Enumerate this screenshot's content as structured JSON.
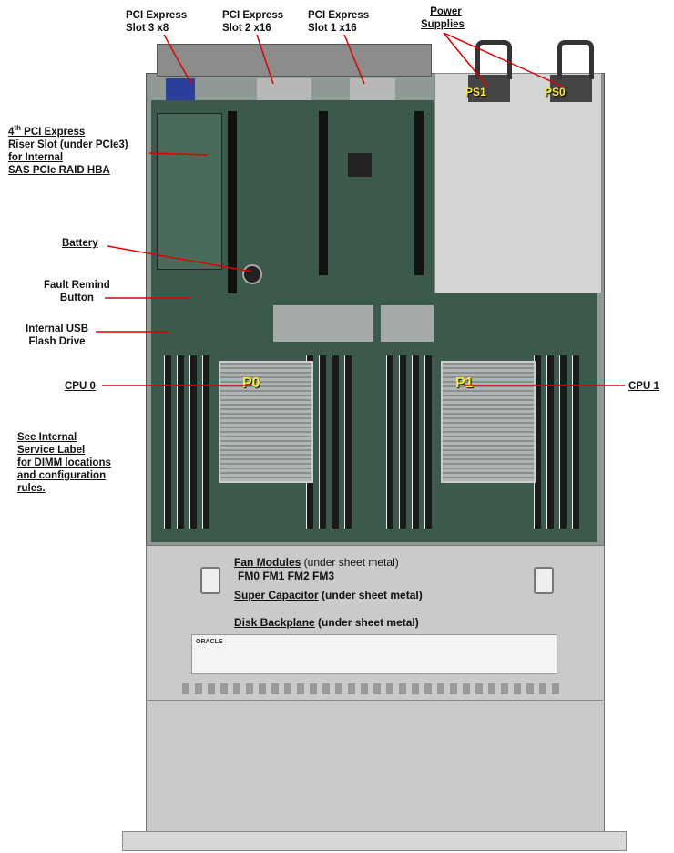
{
  "labels": {
    "slot3_line1": "PCI Express",
    "slot3_line2": "Slot 3  x8",
    "slot2_line1": "PCI Express",
    "slot2_line2": "Slot 2  x16",
    "slot1_line1": "PCI Express",
    "slot1_line2": "Slot 1  x16",
    "power_line1": "Power",
    "power_line2": "Supplies",
    "riser_sup": "th",
    "riser_line1_num": "4",
    "riser_line1_rest": " PCI Express",
    "riser_line2": "Riser Slot (under PCIe3)",
    "riser_line3": "for Internal",
    "riser_line4": "SAS PCIe RAID HBA",
    "battery": "Battery",
    "fault_line1": "Fault Remind",
    "fault_line2": "Button",
    "usb_line1": "Internal USB",
    "usb_line2": "Flash Drive",
    "cpu0": "CPU 0",
    "cpu1": "CPU 1",
    "service_line1": "See Internal",
    "service_line2": "Service Label",
    "service_line3": "for DIMM locations",
    "service_line4": "and configuration",
    "service_line5": "rules."
  },
  "board_marks": {
    "p0": "P0",
    "p1": "P1",
    "ps1": "PS1",
    "ps0": "PS0"
  },
  "cover": {
    "fan_title": "Fan Modules",
    "fan_note": " (under sheet metal)",
    "fan_list": "FM0   FM1  FM2  FM3",
    "supercap_title": "Super Capacitor",
    "supercap_note": " (under sheet metal)",
    "backplane_title": "Disk Backplane",
    "backplane_note": " (under sheet metal)",
    "logo": "ORACLE"
  },
  "colors": {
    "leader": "#e00000",
    "board": "#3c5a4c",
    "marker": "#ffee22"
  }
}
